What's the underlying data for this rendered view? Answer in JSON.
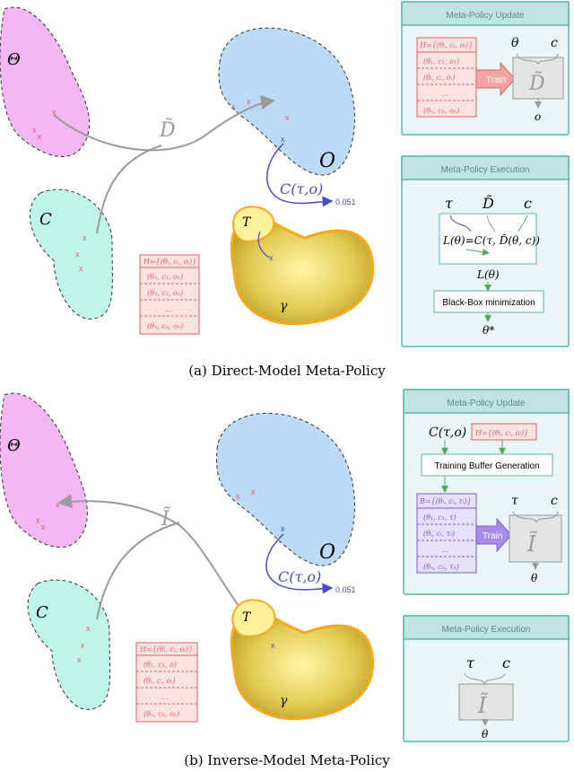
{
  "colors": {
    "theta_fill": "#f4b6f4",
    "c_fill": "#bff5e6",
    "o_fill": "#bcd9f5",
    "gold": "#e8c93a",
    "gold_edge": "#f6a81e",
    "panel_bg": "#eaf6f6",
    "panel_border": "#5cb6ae",
    "panel_header": "#bfe4e2",
    "red": "#e06060",
    "red_fill": "#fbe3e3",
    "blue": "#4a4ad0",
    "purple": "#7a5ad8",
    "purple_fill": "#e7e0fb",
    "green": "#4faa66"
  },
  "top": {
    "labels": {
      "theta": "Θ",
      "c": "C",
      "o": "O",
      "t": "T",
      "y": "γ",
      "d_tilde": "D̃",
      "cost": "C(τ,o)",
      "cost_val": "0.051"
    },
    "history_table": {
      "header": "H={(θᵢ, cᵢ, oᵢ)}",
      "rows": [
        "(θ₁, c₁, o₁)",
        "(θ₂, c₂, o₂)",
        "…",
        "(θₙ, cₙ, oₙ)"
      ]
    },
    "update_panel": {
      "title": "Meta-Policy Update",
      "table_header": "H={(θᵢ, cᵢ, oᵢ)}",
      "table_rows": [
        "(θ₁, c₁, o₁)",
        "(θᵢ, cᵢ, oᵢ)",
        "…",
        "(θₙ, cₙ, oₙ)"
      ],
      "train": "Train",
      "theta": "θ",
      "c": "c",
      "d_tilde": "D̃",
      "o": "o"
    },
    "exec_panel": {
      "title": "Meta-Policy Execution",
      "tau": "τ",
      "d_tilde": "D̃",
      "c": "c",
      "formula": "L(θ)=C(τ, D̃(θ, c))",
      "l_theta": "L(θ)",
      "minimize": "Black-Box minimization",
      "theta_star": "θ*"
    },
    "caption": "(a) Direct-Model Meta-Policy"
  },
  "bottom": {
    "labels": {
      "theta": "Θ",
      "c": "C",
      "o": "O",
      "t": "T",
      "y": "γ",
      "i_tilde": "Ĩ",
      "cost": "C(τ,o)",
      "cost_val": "0.051"
    },
    "history_table": {
      "header": "H={(θᵢ, cᵢ, oᵢ)}",
      "rows": [
        "(θ₁, c₁, o)",
        "(θᵢ, cᵢ, oᵢ)",
        "…",
        "(θₙ, cₙ, oₙ)"
      ]
    },
    "update_panel": {
      "title": "Meta-Policy Update",
      "cost": "C(τ,o)",
      "h_box": "H={(θᵢ, cᵢ, oᵢ)}",
      "buffer": "Training Buffer Generation",
      "b_header": "B={(θᵢ, cᵢ, τᵢ)}",
      "b_rows": [
        "(θ₁, c₁, τ)",
        "(θᵢ, cᵢ, τᵢ)",
        "…",
        "(θₙ, cₙ, τₙ)"
      ],
      "train": "Train",
      "tau": "τ",
      "c": "c",
      "i_tilde": "Ĩ",
      "theta": "θ"
    },
    "exec_panel": {
      "title": "Meta-Policy Execution",
      "tau": "τ",
      "c": "c",
      "i_tilde": "Ĩ",
      "theta": "θ"
    },
    "caption": "(b) Inverse-Model Meta-Policy"
  }
}
